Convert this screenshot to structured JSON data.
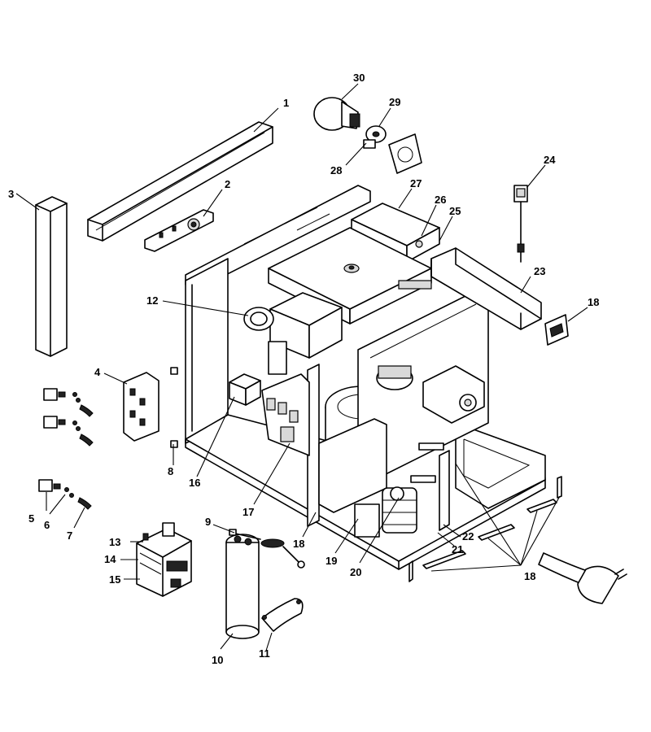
{
  "diagram": {
    "callouts": [
      {
        "id": "c1",
        "label": "1"
      },
      {
        "id": "c2",
        "label": "2"
      },
      {
        "id": "c3",
        "label": "3"
      },
      {
        "id": "c4",
        "label": "4"
      },
      {
        "id": "c5",
        "label": "5"
      },
      {
        "id": "c6",
        "label": "6"
      },
      {
        "id": "c7",
        "label": "7"
      },
      {
        "id": "c8",
        "label": "8"
      },
      {
        "id": "c9",
        "label": "9"
      },
      {
        "id": "c10",
        "label": "10"
      },
      {
        "id": "c11",
        "label": "11"
      },
      {
        "id": "c12",
        "label": "12"
      },
      {
        "id": "c13",
        "label": "13"
      },
      {
        "id": "c14",
        "label": "14"
      },
      {
        "id": "c15",
        "label": "15"
      },
      {
        "id": "c16",
        "label": "16"
      },
      {
        "id": "c17",
        "label": "17"
      },
      {
        "id": "c18a",
        "label": "18"
      },
      {
        "id": "c18b",
        "label": "18"
      },
      {
        "id": "c18c",
        "label": "18"
      },
      {
        "id": "c19",
        "label": "19"
      },
      {
        "id": "c20",
        "label": "20"
      },
      {
        "id": "c21",
        "label": "21"
      },
      {
        "id": "c22",
        "label": "22"
      },
      {
        "id": "c23",
        "label": "23"
      },
      {
        "id": "c24",
        "label": "24"
      },
      {
        "id": "c25",
        "label": "25"
      },
      {
        "id": "c26",
        "label": "26"
      },
      {
        "id": "c27",
        "label": "27"
      },
      {
        "id": "c28",
        "label": "28"
      },
      {
        "id": "c29",
        "label": "29"
      },
      {
        "id": "c30",
        "label": "30"
      }
    ]
  }
}
